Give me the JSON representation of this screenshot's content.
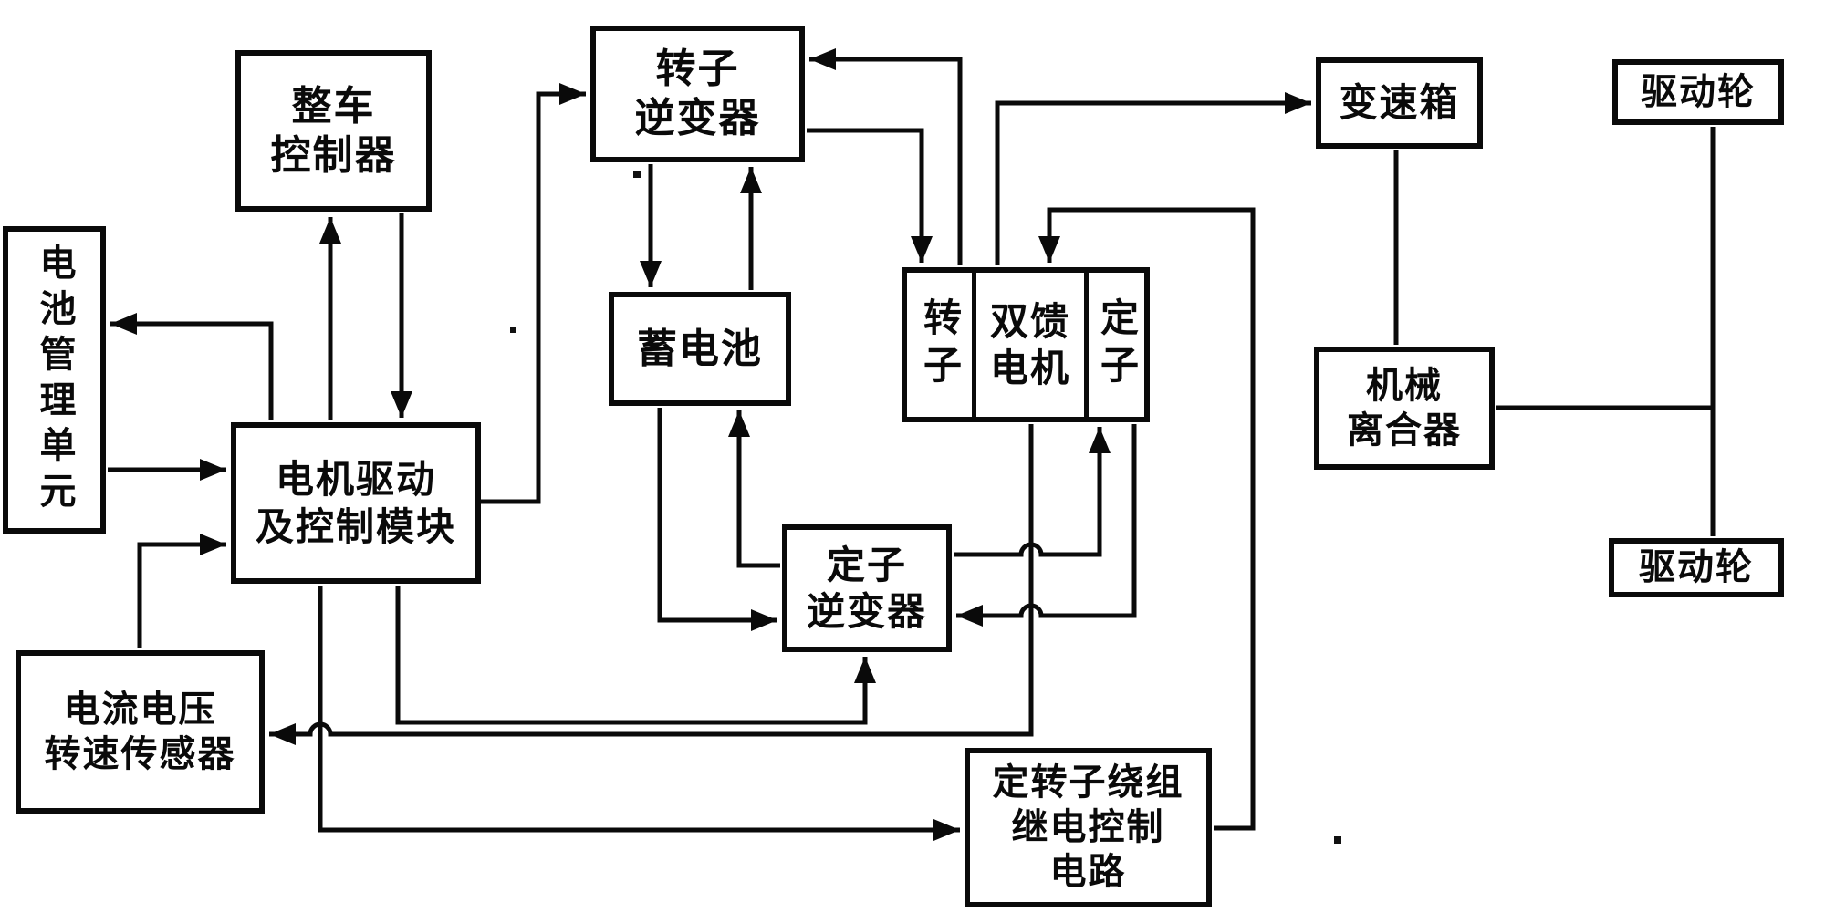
{
  "nodes": {
    "vehicle_controller": {
      "label": "整车\n控制器"
    },
    "battery_management_unit": {
      "label": "电池管理单元"
    },
    "rotor_inverter": {
      "label": "转子\n逆变器"
    },
    "battery": {
      "label": "蓄电池"
    },
    "motor_drive": {
      "label": "电机驱动\n及控制模块"
    },
    "rotor": {
      "label": "转子"
    },
    "doubly_fed_motor": {
      "label": "双馈\n电机"
    },
    "stator": {
      "label": "定子"
    },
    "stator_inverter": {
      "label": "定子\n逆变器"
    },
    "current_voltage_speed_sensor": {
      "label": "电流电压\n转速传感器"
    },
    "relay_control_circuit": {
      "label": "定转子绕组\n继电控制\n电路"
    },
    "gearbox": {
      "label": "变速箱"
    },
    "mechanical_clutch": {
      "label": "机械\n离合器"
    },
    "drive_wheel_top": {
      "label": "驱动轮"
    },
    "drive_wheel_bottom": {
      "label": "驱动轮"
    }
  },
  "edges": [
    {
      "from": "motor_drive",
      "to": "vehicle_controller",
      "arrow": true
    },
    {
      "from": "vehicle_controller",
      "to": "motor_drive",
      "arrow": true
    },
    {
      "from": "motor_drive",
      "to": "battery_management_unit",
      "arrow": true
    },
    {
      "from": "battery_management_unit",
      "to": "motor_drive",
      "arrow": true
    },
    {
      "from": "current_voltage_speed_sensor",
      "to": "motor_drive",
      "arrow": true
    },
    {
      "from": "motor_drive",
      "to": "rotor_inverter",
      "arrow": true
    },
    {
      "from": "rotor_inverter",
      "to": "battery",
      "arrow": true
    },
    {
      "from": "battery",
      "to": "rotor_inverter",
      "arrow": true
    },
    {
      "from": "stator_inverter",
      "to": "battery",
      "arrow": true
    },
    {
      "from": "battery",
      "to": "stator_inverter",
      "arrow": true
    },
    {
      "from": "motor_drive",
      "to": "stator_inverter",
      "arrow": true
    },
    {
      "from": "motor_drive",
      "to": "relay_control_circuit",
      "arrow": true
    },
    {
      "from": "doubly_fed_motor",
      "to": "current_voltage_speed_sensor",
      "arrow": true
    },
    {
      "from": "stator_inverter",
      "to": "stator",
      "arrow": true
    },
    {
      "from": "stator",
      "to": "stator_inverter",
      "arrow": true
    },
    {
      "from": "rotor_inverter",
      "to": "rotor",
      "arrow": true
    },
    {
      "from": "rotor",
      "to": "rotor_inverter",
      "arrow": true
    },
    {
      "from": "doubly_fed_motor",
      "to": "gearbox",
      "arrow": true
    },
    {
      "from": "relay_control_circuit",
      "to": "doubly_fed_motor",
      "arrow": true
    },
    {
      "from": "gearbox",
      "to": "mechanical_clutch",
      "arrow": false
    },
    {
      "from": "mechanical_clutch",
      "to": "wheel_axle",
      "arrow": false
    },
    {
      "from": "drive_wheel_top",
      "to": "drive_wheel_bottom",
      "arrow": false
    }
  ]
}
